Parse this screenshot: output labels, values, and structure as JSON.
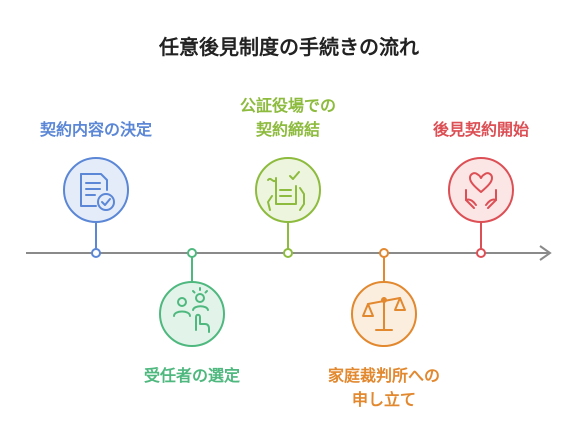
{
  "title": "任意後見制度の手続きの流れ",
  "steps": [
    {
      "label": [
        "契約内容の決定"
      ],
      "color": "#5b87d6",
      "fill": "#e4ecf9",
      "icon": "document-check-icon"
    },
    {
      "label": [
        "受任者の選定"
      ],
      "color": "#4fb87f",
      "fill": "#e2f4ea",
      "icon": "people-pointing-icon"
    },
    {
      "label": [
        "公証役場での",
        "契約締結"
      ],
      "color": "#8dbb3e",
      "fill": "#eef5de",
      "icon": "document-signing-icon"
    },
    {
      "label": [
        "家庭裁判所への",
        "申し立て"
      ],
      "color": "#e2882f",
      "fill": "#fbeedf",
      "icon": "scales-icon"
    },
    {
      "label": [
        "後見契約開始"
      ],
      "color": "#dc4f55",
      "fill": "#fbe5e5",
      "icon": "hands-heart-icon"
    }
  ]
}
